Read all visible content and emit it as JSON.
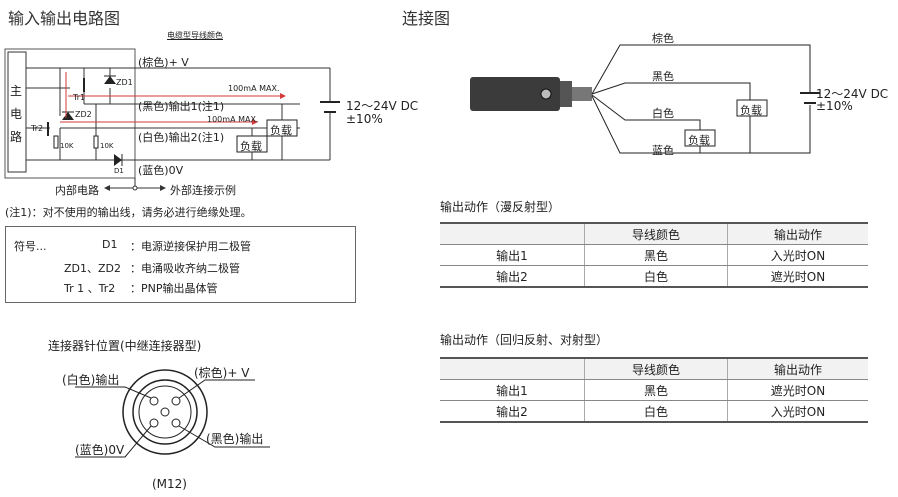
{
  "titles": {
    "io_circuit": "输入输出电路图",
    "connection": "连接图",
    "action_diffuse": "输出动作（漫反射型）",
    "action_retro": "输出动作（回归反射、对射型）",
    "connector": "连接器针位置(中继连接器型)"
  },
  "circuit": {
    "main_circuit": [
      "主",
      "电",
      "路"
    ],
    "cable_color_note": "电缆型导线颜色",
    "brown_plus_v": "(棕色)+ V",
    "black_out1": "(黑色)输出1(注1)",
    "white_out2": "(白色)输出2(注1)",
    "blue_0v": "(蓝色)0V",
    "max_current_1": "100mA MAX.",
    "max_current_2": "100mA MAX.",
    "zd1": "ZD1",
    "zd2": "ZD2",
    "tr1": "Tr1",
    "tr2": "Tr2",
    "d1": "D1",
    "r1": "10K",
    "r2": "10K",
    "load1": "负载",
    "load2": "负载",
    "supply": "12～24V DC",
    "tolerance": "±10%",
    "internal": "内部电路",
    "external": "外部连接示例",
    "note": "(注1)：对不使用的输出线，请务必进行绝缘处理。"
  },
  "legend": {
    "title": "符号...",
    "rows": [
      {
        "sym": "D1",
        "desc": "：电源逆接保护用二极管"
      },
      {
        "sym": "ZD1、ZD2",
        "desc": "：电涌吸收齐纳二极管"
      },
      {
        "sym": "Tr 1 、Tr2",
        "desc": "：PNP输出晶体管"
      }
    ]
  },
  "wiring": {
    "brown": "棕色",
    "black": "黑色",
    "white": "白色",
    "blue": "蓝色",
    "load1": "负载",
    "load2": "负载",
    "supply": "12～24V DC",
    "tolerance": "±10%"
  },
  "table_diffuse": {
    "headers": [
      "",
      "导线颜色",
      "输出动作"
    ],
    "rows": [
      [
        "输出1",
        "黑色",
        "入光时ON"
      ],
      [
        "输出2",
        "白色",
        "遮光时ON"
      ]
    ]
  },
  "table_retro": {
    "headers": [
      "",
      "导线颜色",
      "输出动作"
    ],
    "rows": [
      [
        "输出1",
        "黑色",
        "遮光时ON"
      ],
      [
        "输出2",
        "白色",
        "入光时ON"
      ]
    ]
  },
  "connector": {
    "white_out": "(白色)输出",
    "brown_v": "(棕色)+ V",
    "blue_0v": "(蓝色)0V",
    "black_out": "(黑色)输出",
    "model": "(M12)"
  },
  "colors": {
    "wire": "#333333",
    "arrow": "#d33a3a"
  }
}
